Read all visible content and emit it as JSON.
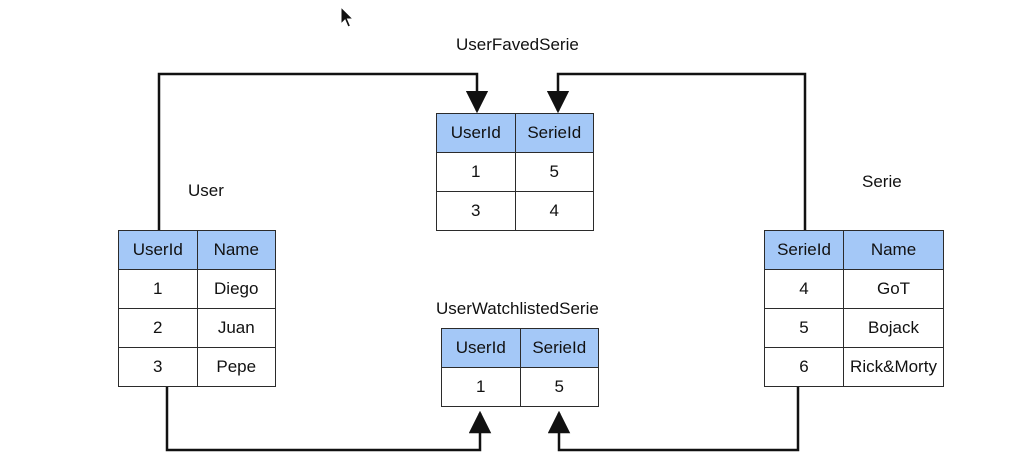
{
  "tables": {
    "user_faved_serie": {
      "title": "UserFavedSerie",
      "columns": [
        "UserId",
        "SerieId"
      ],
      "rows": [
        [
          "1",
          "5"
        ],
        [
          "3",
          "4"
        ]
      ]
    },
    "user": {
      "title": "User",
      "columns": [
        "UserId",
        "Name"
      ],
      "rows": [
        [
          "1",
          "Diego"
        ],
        [
          "2",
          "Juan"
        ],
        [
          "3",
          "Pepe"
        ]
      ]
    },
    "serie": {
      "title": "Serie",
      "columns": [
        "SerieId",
        "Name"
      ],
      "rows": [
        [
          "4",
          "GoT"
        ],
        [
          "5",
          "Bojack"
        ],
        [
          "6",
          "Rick&Morty"
        ]
      ]
    },
    "user_watchlisted_serie": {
      "title": "UserWatchlistedSerie",
      "columns": [
        "UserId",
        "SerieId"
      ],
      "rows": [
        [
          "1",
          "5"
        ]
      ]
    }
  },
  "colors": {
    "header_fill": "#a4c8f7",
    "line": "#111111"
  },
  "icons": {
    "cursor": "mouse-pointer-icon"
  }
}
